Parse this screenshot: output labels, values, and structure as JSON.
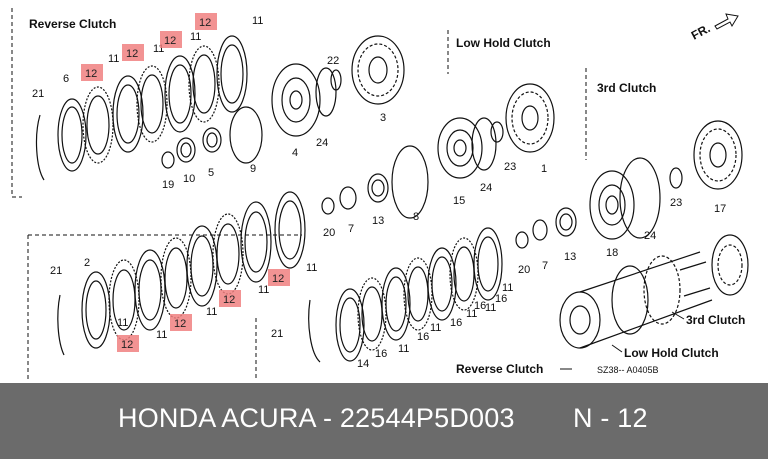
{
  "sections": {
    "reverse_clutch_top": "Reverse Clutch",
    "low_hold_clutch": "Low Hold Clutch",
    "third_clutch": "3rd Clutch",
    "third_clutch_assy": "3rd Clutch",
    "low_hold_clutch_assy": "Low Hold Clutch",
    "reverse_clutch_assy": "Reverse Clutch"
  },
  "direction": "FR.",
  "caption": "SZ38-- A0405B",
  "callouts": [
    {
      "id": "c1",
      "text": "21"
    },
    {
      "id": "c2",
      "text": "6"
    },
    {
      "id": "c3",
      "text": "11"
    },
    {
      "id": "c4",
      "text": "11"
    },
    {
      "id": "c5",
      "text": "11"
    },
    {
      "id": "c6",
      "text": "11"
    },
    {
      "id": "c7",
      "text": "22"
    },
    {
      "id": "c8",
      "text": "3"
    },
    {
      "id": "c9",
      "text": "19"
    },
    {
      "id": "c10",
      "text": "10"
    },
    {
      "id": "c11",
      "text": "5"
    },
    {
      "id": "c12",
      "text": "9"
    },
    {
      "id": "c13",
      "text": "4"
    },
    {
      "id": "c14",
      "text": "24"
    },
    {
      "id": "c15",
      "text": "23"
    },
    {
      "id": "c16",
      "text": "1"
    },
    {
      "id": "c17",
      "text": "24"
    },
    {
      "id": "c18",
      "text": "15"
    },
    {
      "id": "c19",
      "text": "8"
    },
    {
      "id": "c20",
      "text": "13"
    },
    {
      "id": "c21",
      "text": "7"
    },
    {
      "id": "c22",
      "text": "20"
    },
    {
      "id": "c23",
      "text": "23"
    },
    {
      "id": "c24",
      "text": "17"
    },
    {
      "id": "c25",
      "text": "24"
    },
    {
      "id": "c26",
      "text": "18"
    },
    {
      "id": "c27",
      "text": "13"
    },
    {
      "id": "c28",
      "text": "7"
    },
    {
      "id": "c29",
      "text": "20"
    },
    {
      "id": "c30",
      "text": "11"
    },
    {
      "id": "c31",
      "text": "11"
    },
    {
      "id": "c32",
      "text": "11"
    },
    {
      "id": "c33",
      "text": "11"
    },
    {
      "id": "c34",
      "text": "21"
    },
    {
      "id": "c35",
      "text": "2"
    },
    {
      "id": "c36",
      "text": "21"
    },
    {
      "id": "c37",
      "text": "14"
    },
    {
      "id": "c38",
      "text": "16"
    },
    {
      "id": "c39",
      "text": "11"
    },
    {
      "id": "c40",
      "text": "16"
    },
    {
      "id": "c41",
      "text": "11"
    },
    {
      "id": "c42",
      "text": "16"
    },
    {
      "id": "c43",
      "text": "11"
    },
    {
      "id": "c44",
      "text": "16"
    },
    {
      "id": "c45",
      "text": "11"
    },
    {
      "id": "c46",
      "text": "16"
    },
    {
      "id": "c47",
      "text": "11"
    },
    {
      "id": "c48",
      "text": "11"
    }
  ],
  "highlight_label": "12",
  "footer": {
    "part": "HONDA ACURA - 22544P5D003",
    "qty": "N - 12"
  },
  "colors": {
    "highlight": "#f08080",
    "footer_bg": "#6b6b6b",
    "line": "#111111"
  }
}
